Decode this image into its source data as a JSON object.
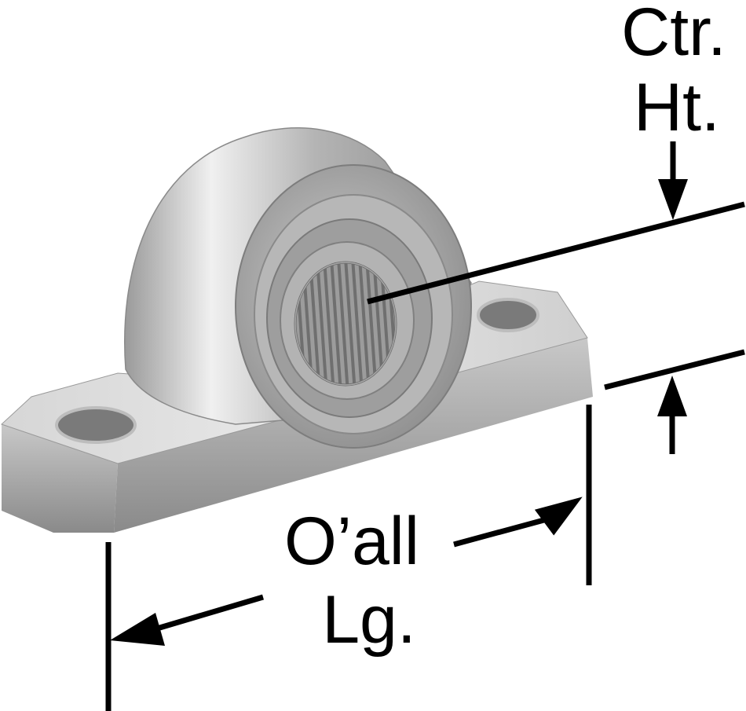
{
  "dimensions": {
    "center_height": {
      "line1": "Ctr.",
      "line2": "Ht."
    },
    "overall_length": {
      "line1": "O’all",
      "line2": "Lg."
    }
  },
  "part": {
    "icon": "pillow-block-bearing-icon"
  },
  "colors": {
    "line": "#000000",
    "metal_light": "#e4e4e4",
    "metal_mid": "#b8b8b8",
    "metal_dark": "#7e7e7e"
  }
}
